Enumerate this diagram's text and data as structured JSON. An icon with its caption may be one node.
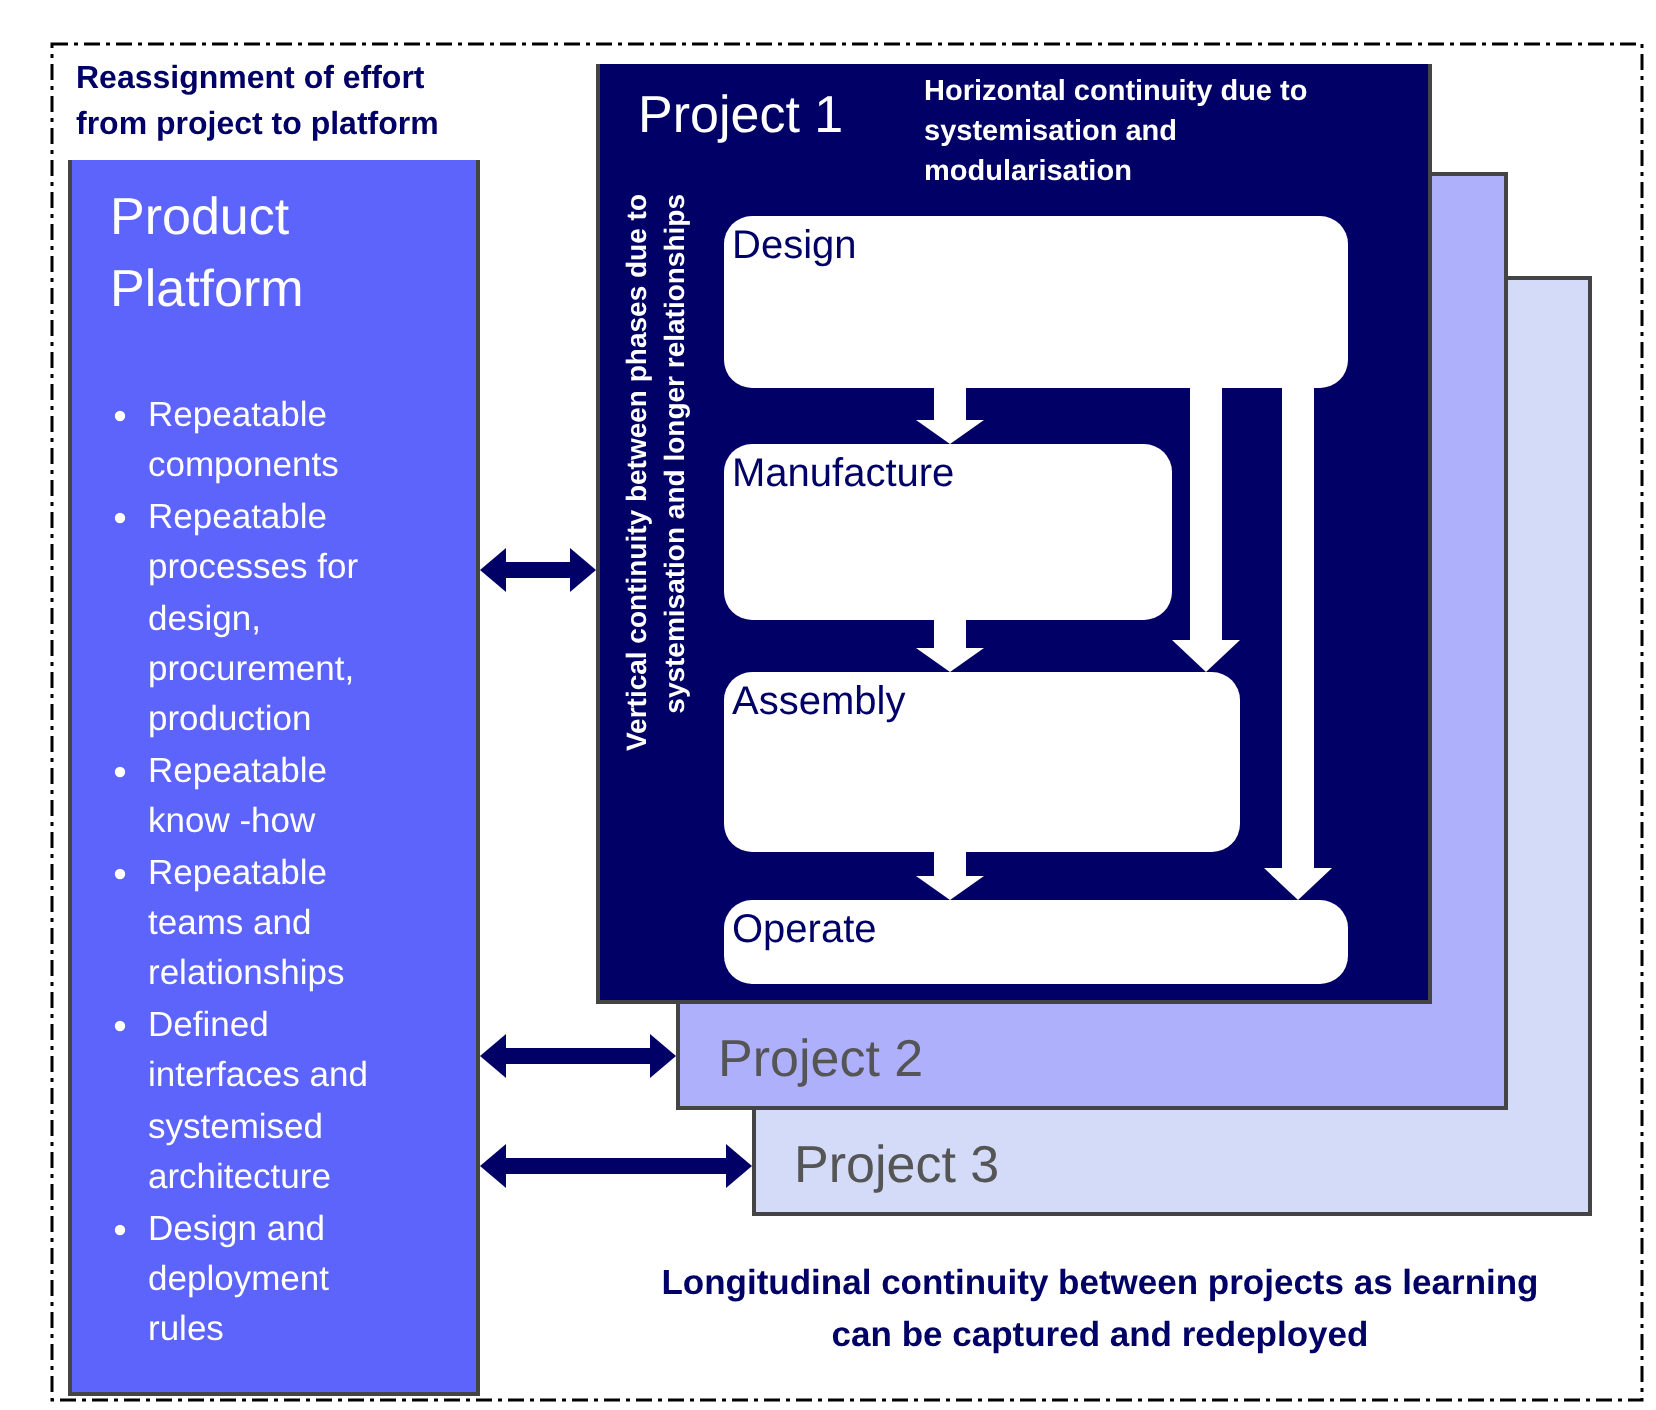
{
  "diagram": {
    "nodes": [
      {
        "text": [
          "Product Platform",
          "Repeatable components",
          "Repeatable processes for design, procurement, production",
          "Repeatable know -how",
          "Repeatable teams and relationships",
          "Defined interfaces and systemised architecture",
          "Design and deployment rules"
        ]
      },
      {
        "text": [
          "Project 1",
          "Horizontal continuity due to systemisation and modularisation",
          "Vertical continuity between phases due to systemisation and longer relationships"
        ]
      },
      {
        "text": [
          "Design"
        ],
        "in": 1
      },
      {
        "text": [
          "Manufacture"
        ],
        "in": 1
      },
      {
        "text": [
          "Assembly"
        ],
        "in": 1
      },
      {
        "text": [
          "Operate"
        ],
        "in": 1
      },
      {
        "text": [
          "Project 2"
        ]
      },
      {
        "text": [
          "Project 3"
        ]
      }
    ],
    "edges": [
      {
        "from": 0,
        "to": 1,
        "arrow": "both",
        "color": "#000066"
      },
      {
        "from": 0,
        "to": 6,
        "arrow": "both",
        "color": "#000066"
      },
      {
        "from": 0,
        "to": 7,
        "arrow": "both",
        "color": "#000066"
      },
      {
        "from": 2,
        "to": 3,
        "arrow": "to"
      },
      {
        "from": 3,
        "to": 4,
        "arrow": "to"
      },
      {
        "from": 4,
        "to": 5,
        "arrow": "to"
      },
      {
        "from": 2,
        "to": 4,
        "arrow": "to"
      },
      {
        "from": 2,
        "to": 5,
        "arrow": "to"
      }
    ],
    "labels": [
      "Reassignment of effort from project to platform",
      "Longitudinal continuity between projects as learning can be captured and redeployed"
    ]
  }
}
